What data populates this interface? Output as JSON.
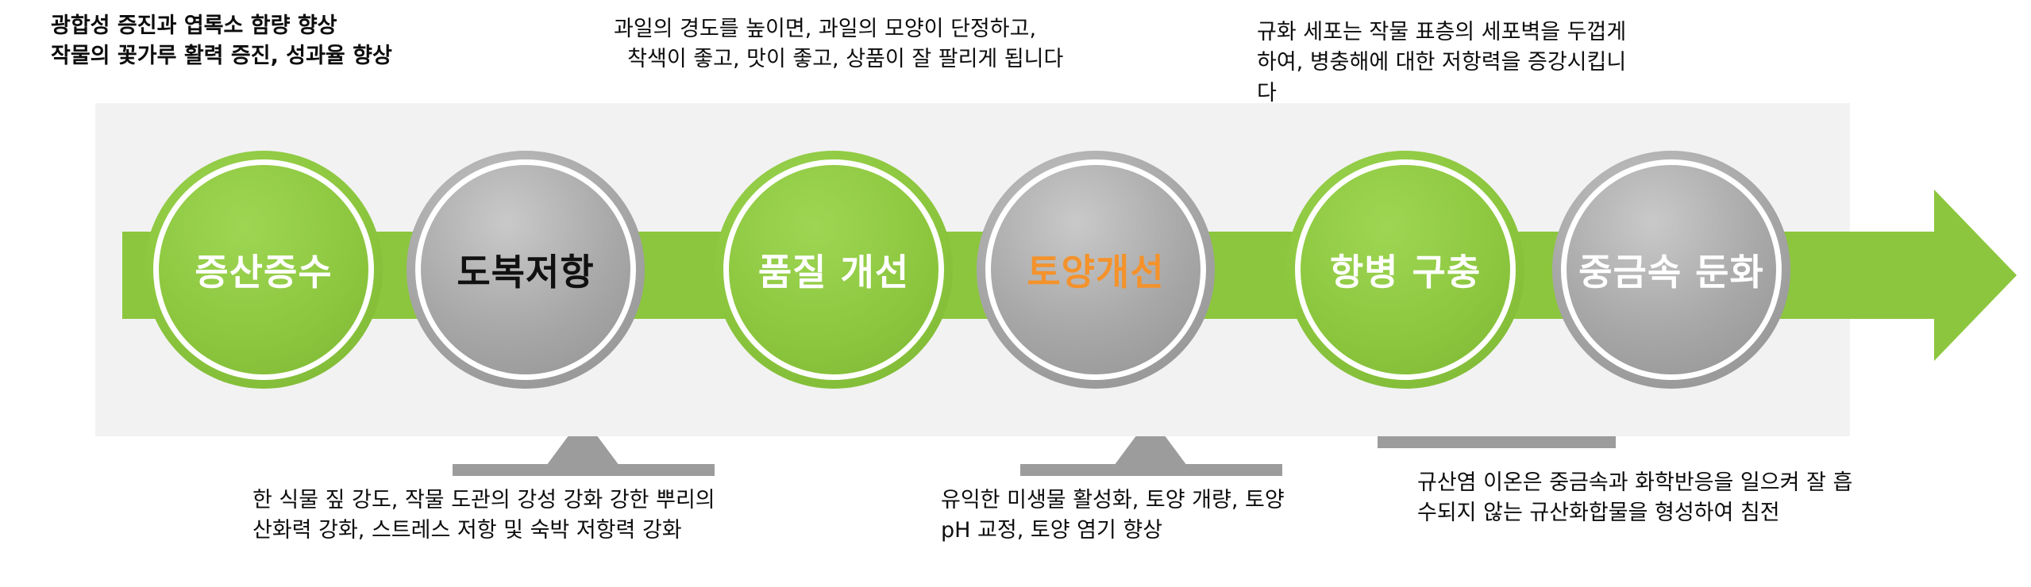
{
  "diagram": {
    "title": "Silicon fertilizer effects process arrow",
    "accent_green": "#8CC63E",
    "accent_gray": "#a8a8a8",
    "accent_orange": "#F4922B"
  },
  "stages": [
    {
      "label": "증산증수",
      "fill": "green",
      "text_color": "white"
    },
    {
      "label": "도복저항",
      "fill": "gray",
      "text_color": "black"
    },
    {
      "label": "품질 개선",
      "fill": "green",
      "text_color": "white"
    },
    {
      "label": "토양개선",
      "fill": "gray",
      "text_color": "orange"
    },
    {
      "label": "항병 구충",
      "fill": "green",
      "text_color": "white"
    },
    {
      "label": "중금속 둔화",
      "fill": "gray",
      "text_color": "white"
    }
  ],
  "notes": {
    "top_1": "광합성 증진과 엽록소 함량 향상\n작물의 꽃가루 활력 증진, 성과율 향상",
    "top_2": "과일의 경도를 높이면, 과일의 모양이 단정하고,\n  착색이 좋고, 맛이 좋고, 상품이 잘 팔리게 됩니다",
    "top_3": "규화 세포는 작물 표층의 세포벽을 두껍게\n하여, 병충해에 대한 저항력을 증강시킵니\n다",
    "bottom_1": "한 식물 짚 강도, 작물 도관의 강성 강화 강한 뿌리의\n산화력 강화, 스트레스 저항 및 숙박 저항력 강화",
    "bottom_2": "유익한 미생물 활성화, 토양 개량, 토양\npH 교정, 토양 염기 향상",
    "bottom_3": "규산염 이온은 중금속과 화학반응을 일으켜 잘 흡\n수되지 않는 규산화합물을 형성하여 침전"
  }
}
